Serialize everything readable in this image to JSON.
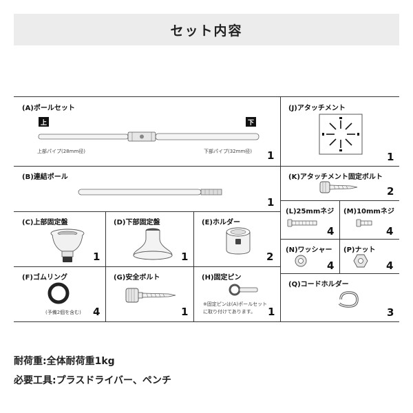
{
  "header": {
    "title": "セット内容"
  },
  "items": {
    "A": {
      "label": "(A)ポールセット",
      "qty": "1",
      "top_badge": "上",
      "bottom_badge": "下",
      "left_note": "上部パイプ(28mm径)",
      "right_note": "下部パイプ(32mm径)"
    },
    "B": {
      "label": "(B)連結ポール",
      "qty": "1"
    },
    "C": {
      "label": "(C)上部固定盤",
      "qty": "1"
    },
    "D": {
      "label": "(D)下部固定盤",
      "qty": "1"
    },
    "E": {
      "label": "(E)ホルダー",
      "qty": "2"
    },
    "F": {
      "label": "(F)ゴムリング",
      "qty": "4",
      "note": "(予備2個を含む)"
    },
    "G": {
      "label": "(G)安全ボルト",
      "qty": "1"
    },
    "H": {
      "label": "(H)固定ピン",
      "qty": "1",
      "note_line1": "※固定ピンは(A)ポールセット",
      "note_line2": "に取り付けてあります。"
    },
    "J": {
      "label": "(J)アタッチメント",
      "qty": "1"
    },
    "K": {
      "label": "(K)アタッチメント固定ボルト",
      "qty": "2"
    },
    "L": {
      "label": "(L)25mmネジ",
      "qty": "4"
    },
    "M": {
      "label": "(M)10mmネジ",
      "qty": "4"
    },
    "N": {
      "label": "(N)ワッシャー",
      "qty": "4"
    },
    "P": {
      "label": "(P)ナット",
      "qty": "4"
    },
    "Q": {
      "label": "(Q)コードホルダー",
      "qty": "3"
    }
  },
  "footer": {
    "load_capacity": "耐荷重:全体耐荷重1kg",
    "tools": "必要工具:プラスドライバー、ペンチ"
  }
}
